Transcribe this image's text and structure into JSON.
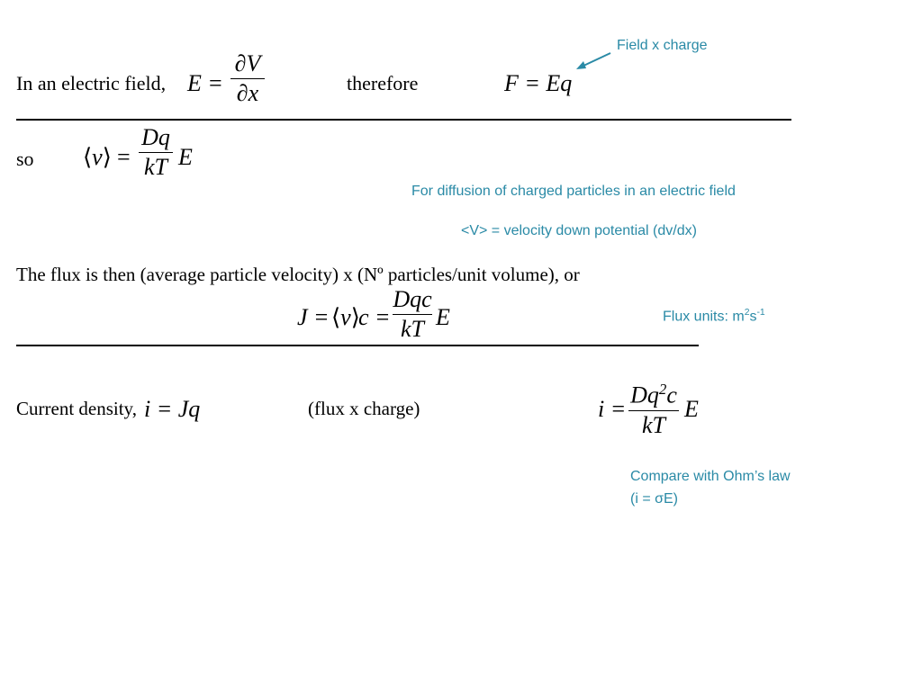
{
  "slide": {
    "row1": {
      "lead_in": "In an  electric field,",
      "E_lhs": "E",
      "equals": "=",
      "partial_V": "∂V",
      "partial_x": "∂x",
      "therefore": "therefore",
      "F_eq": "F = Eq",
      "note_field_charge": "Field x charge"
    },
    "row2": {
      "so": "so",
      "v_open": "⟨",
      "v": "v",
      "v_close": "⟩",
      "equals": "=",
      "num": "Dq",
      "den": "kT",
      "E": "E",
      "note_diffusion": "For diffusion of charged particles in an electric field",
      "note_velocity": "<V> = velocity down potential (dv/dx)"
    },
    "row3": {
      "flux_text": "The flux is then (average particle velocity) x (Nº particles/unit volume), or",
      "J_lhs": "J =",
      "v_open": "⟨",
      "v": "v",
      "v_close": "⟩",
      "c_eq": "c =",
      "num": "Dqc",
      "den": "kT",
      "E": "E",
      "flux_units_prefix": "Flux units: m",
      "flux_units_sup1": "2",
      "flux_units_s": "s",
      "flux_units_sup2": "-1"
    },
    "row4": {
      "current_density": "Current density,",
      "i_eq_Jq": "i = Jq",
      "flux_x_charge": "(flux x charge)",
      "i_lhs": "i =",
      "num_a": "Dq",
      "num_sup": "2",
      "num_b": "c",
      "den": "kT",
      "E": "E"
    },
    "ohm": {
      "line1": "Compare with Ohm’s law",
      "line2": "(i = σE)"
    }
  }
}
